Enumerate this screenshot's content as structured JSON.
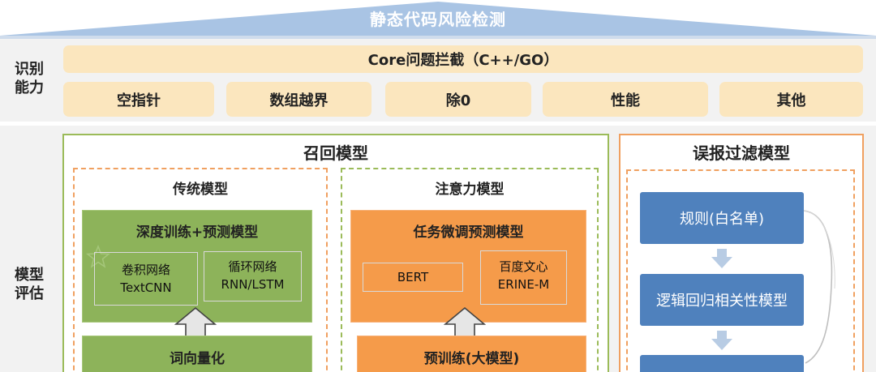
{
  "banner": {
    "title": "静态代码风险检测"
  },
  "capability": {
    "label_line1": "识别",
    "label_line2": "能力",
    "main": "Core问题拦截（C++/GO）",
    "items": [
      "空指针",
      "数组越界",
      "除0",
      "性能",
      "其他"
    ]
  },
  "evaluation": {
    "label_line1": "模型",
    "label_line2": "评估",
    "recall": {
      "title": "召回模型",
      "traditional": {
        "title": "传统模型",
        "top": "深度训练+预测模型",
        "cnn_line1": "卷积网络",
        "cnn_line2": "TextCNN",
        "rnn_line1": "循环网络",
        "rnn_line2": "RNN/LSTM",
        "bottom": "词向量化"
      },
      "attention": {
        "title": "注意力模型",
        "top": "任务微调预测模型",
        "bert": "BERT",
        "ernie_line1": "百度文心",
        "ernie_line2": "ERINE-M",
        "bottom": "预训练(大模型)"
      }
    },
    "filter": {
      "title": "误报过滤模型",
      "rule": "规则(白名单)",
      "logistic": "逻辑回归相关性模型"
    }
  }
}
